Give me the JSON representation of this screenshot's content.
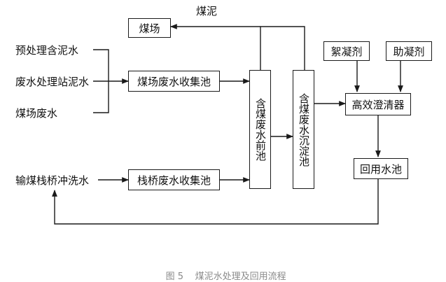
{
  "diagram": {
    "top_label": "煤泥",
    "inputs": {
      "pretreatment": "预处理含泥水",
      "wastewater_station": "废水处理站泥水",
      "coal_yard_wastewater": "煤场废水",
      "trestle_wash": "输煤栈桥冲洗水"
    },
    "boxes": {
      "coal_yard": "煤场",
      "coal_yard_collection_pool": "煤场废水收集池",
      "trestle_collection_pool": "栈桥废水收集池",
      "pre_pool": "含煤废水前池",
      "sedimentation_pool": "含煤废水沉淀池",
      "flocculant": "絮凝剂",
      "coagulant_aid": "助凝剂",
      "clarifier": "高效澄清器",
      "reuse_pool": "回用水池"
    }
  },
  "caption": {
    "figure_no": "图 5",
    "title": "煤泥水处理及回用流程"
  }
}
